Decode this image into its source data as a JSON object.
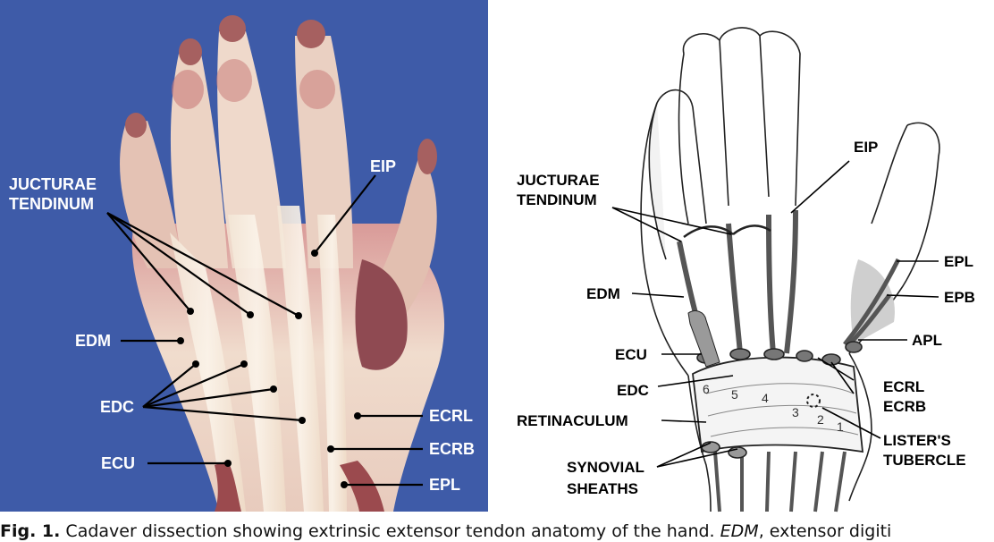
{
  "photo_panel": {
    "background_color": "#3e5ba8",
    "labels": {
      "juncturae_line1": "JUCTURAE",
      "juncturae_line2": "TENDINUM",
      "eip": "EIP",
      "edm": "EDM",
      "edc": "EDC",
      "ecu": "ECU",
      "ecrl": "ECRL",
      "ecrb": "ECRB",
      "epl": "EPL"
    }
  },
  "drawing_panel": {
    "labels": {
      "eip": "EIP",
      "juncturae_line1": "JUCTURAE",
      "juncturae_line2": "TENDINUM",
      "edm": "EDM",
      "epl": "EPL",
      "epb": "EPB",
      "apl": "APL",
      "ecu": "ECU",
      "edc": "EDC",
      "ecrl": "ECRL",
      "ecrb": "ECRB",
      "retinaculum": "RETINACULUM",
      "listers_line1": "LISTER'S",
      "listers_line2": "TUBERCLE",
      "synovial_line1": "SYNOVIAL",
      "synovial_line2": "SHEATHS",
      "compartment_6": "6",
      "compartment_5": "5",
      "compartment_4": "4",
      "compartment_3": "3",
      "compartment_2": "2",
      "compartment_1": "1"
    }
  },
  "caption": {
    "fig_label": "Fig. 1.",
    "text": "Cadaver dissection showing extrinsic extensor tendon anatomy of the hand.",
    "abbr": "EDM",
    "abbr_def": ", extensor digiti"
  }
}
